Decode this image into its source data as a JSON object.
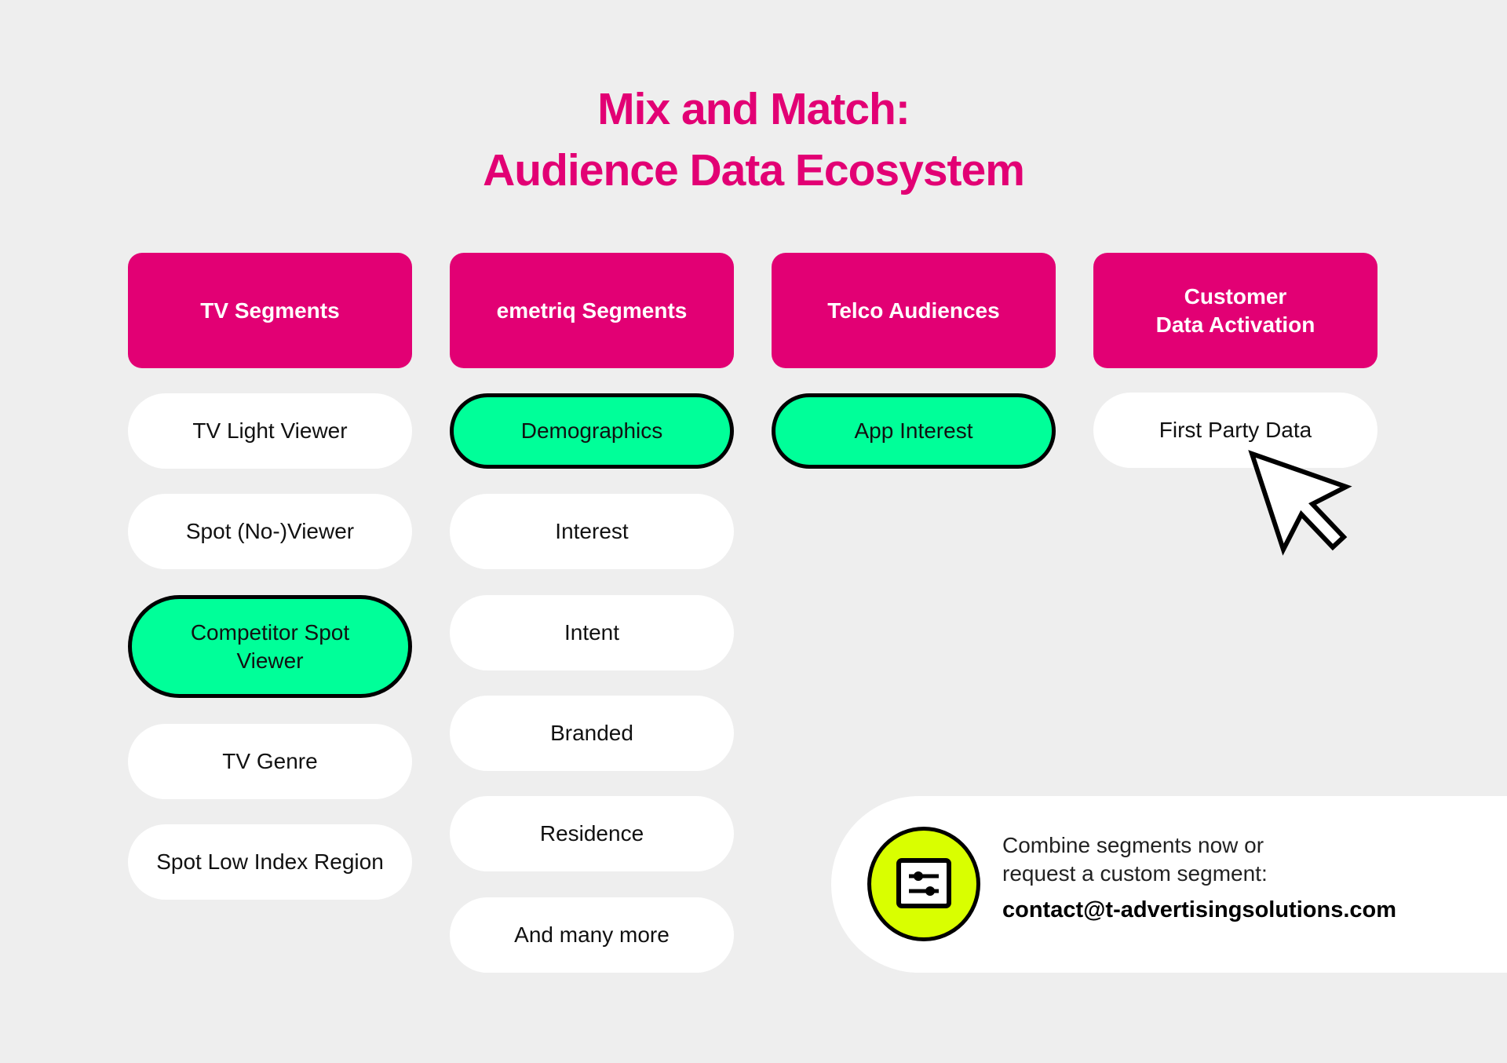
{
  "title": {
    "line1": "Mix and Match:",
    "line2": "Audience Data Ecosystem"
  },
  "colors": {
    "brand_magenta": "#e20074",
    "highlight_green": "#00ff99",
    "icon_lime": "#d9ff00",
    "background": "#eeeeee"
  },
  "columns": [
    {
      "header": "TV Segments",
      "items": [
        {
          "label": "TV Light Viewer",
          "highlighted": false
        },
        {
          "label": "Spot (No-)Viewer",
          "highlighted": false
        },
        {
          "label": "Competitor Spot\nViewer",
          "highlighted": true
        },
        {
          "label": "TV Genre",
          "highlighted": false
        },
        {
          "label": "Spot Low Index Region",
          "highlighted": false
        }
      ]
    },
    {
      "header": "emetriq Segments",
      "items": [
        {
          "label": "Demographics",
          "highlighted": true
        },
        {
          "label": "Interest",
          "highlighted": false
        },
        {
          "label": "Intent",
          "highlighted": false
        },
        {
          "label": "Branded",
          "highlighted": false
        },
        {
          "label": "Residence",
          "highlighted": false
        },
        {
          "label": "And many more",
          "highlighted": false
        }
      ]
    },
    {
      "header": "Telco Audiences",
      "items": [
        {
          "label": "App Interest",
          "highlighted": true
        }
      ]
    },
    {
      "header": "Customer\nData Activation",
      "items": [
        {
          "label": "First Party Data",
          "highlighted": false
        }
      ]
    }
  ],
  "contact": {
    "icon": "sliders-settings-icon",
    "line1": "Combine segments now or",
    "line2": "request a custom segment:",
    "email": "contact@t-advertisingsolutions.com"
  },
  "cursor_icon": "mouse-pointer-icon"
}
